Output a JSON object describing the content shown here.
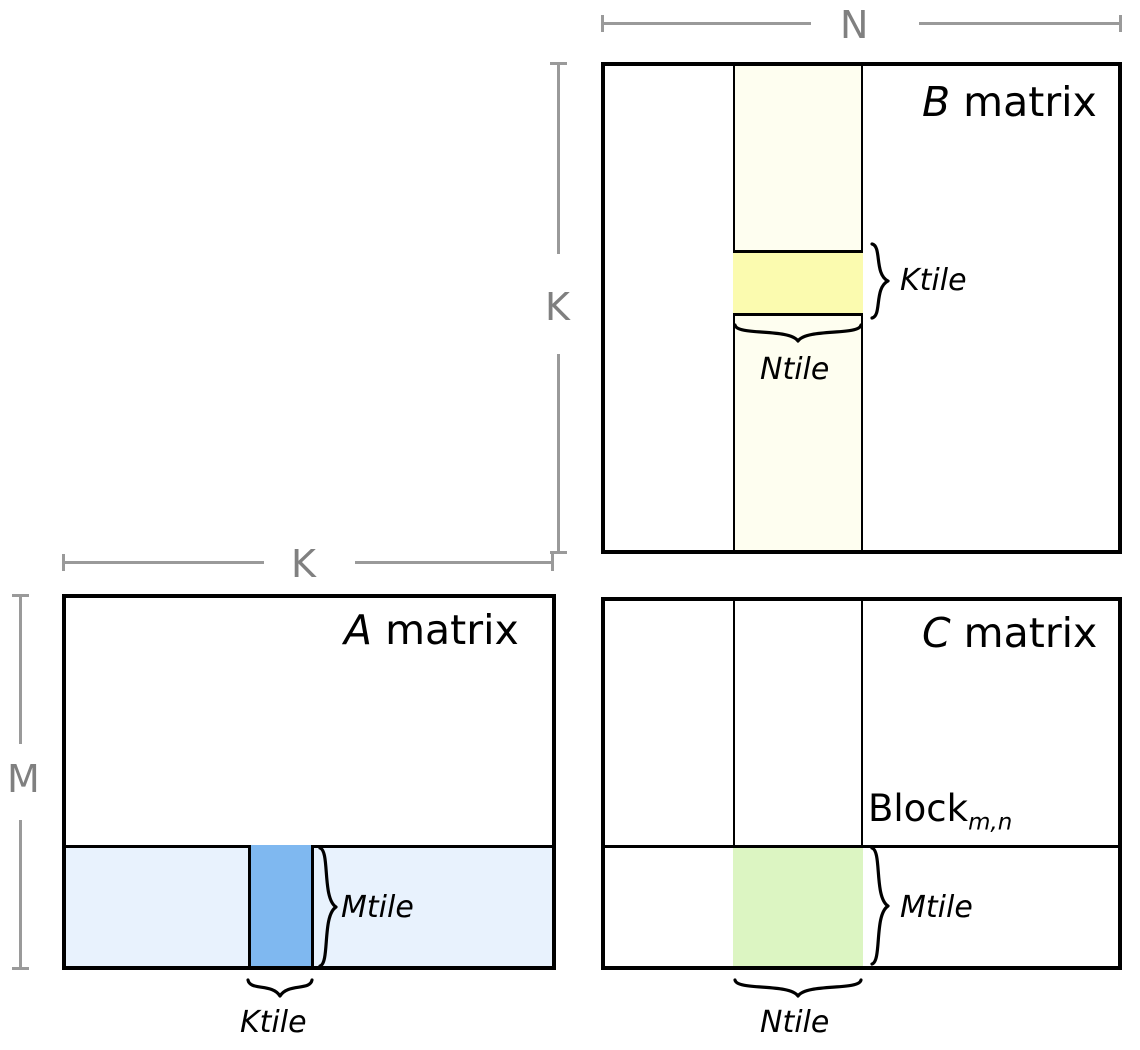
{
  "diagram": {
    "title_context": "Tiled matrix multiplication C = A x B",
    "matrices": {
      "a": {
        "title_var": "A",
        "title_rest": " matrix",
        "row_fill_color": "#E8F2FD",
        "tile_fill_color": "#7FB8F0",
        "tile_label_vertical": "Mtile",
        "tile_label_horizontal": "Ktile"
      },
      "b": {
        "title_var": "B",
        "title_rest": " matrix",
        "column_fill_color": "#FEFEF0",
        "tile_fill_color": "#FBFBAF",
        "tile_label_vertical": "Ktile",
        "tile_label_horizontal": "Ntile"
      },
      "c": {
        "title_var": "C",
        "title_rest": " matrix",
        "tile_fill_color": "#DCF5C2",
        "tile_label_vertical": "Mtile",
        "tile_label_horizontal": "Ntile",
        "block_label_base": "Block",
        "block_label_sub": "m,n"
      }
    },
    "dimensions": {
      "n": "N",
      "k_vertical": "K",
      "k_horizontal": "K",
      "m": "M"
    },
    "colors": {
      "outline": "#000000",
      "dimension_gray": "#9a9a9a",
      "label_gray": "#808080",
      "background": "#ffffff"
    }
  }
}
